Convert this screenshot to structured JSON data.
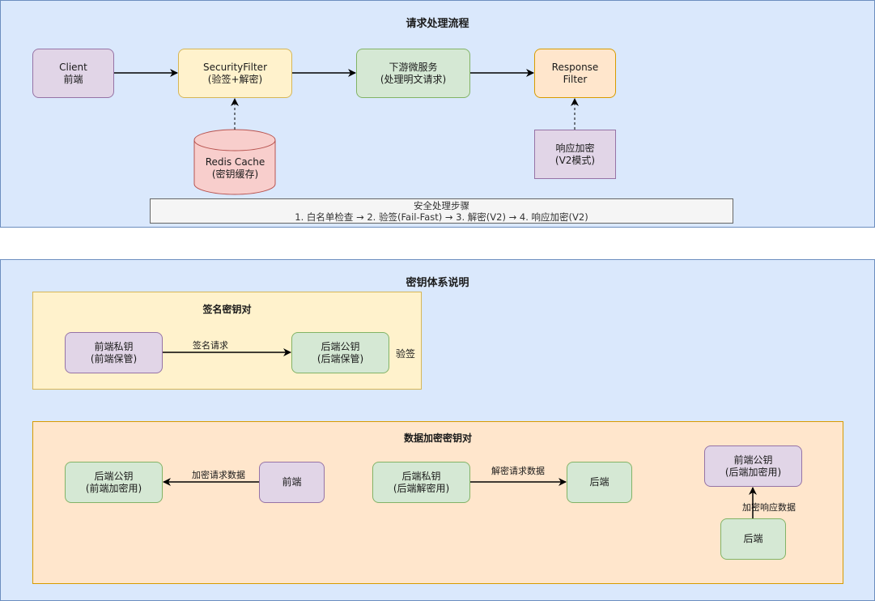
{
  "flow": {
    "title": "请求处理流程",
    "client": [
      "Client",
      "前端"
    ],
    "security_filter": [
      "SecurityFilter",
      "(验签+解密)"
    ],
    "downstream": [
      "下游微服务",
      "(处理明文请求)"
    ],
    "response_filter": [
      "Response",
      "Filter"
    ],
    "redis": [
      "Redis Cache",
      "(密钥缓存)"
    ],
    "response_encrypt": [
      "响应加密",
      "(V2模式)"
    ],
    "steps": {
      "title": "安全处理步骤",
      "text": "1. 白名单检查 → 2. 验签(Fail-Fast) → 3. 解密(V2) → 4. 响应加密(V2)"
    }
  },
  "keys": {
    "title": "密钥体系说明",
    "sign_group": {
      "title": "签名密钥对",
      "private_key": [
        "前端私钥",
        "(前端保管)"
      ],
      "public_key": [
        "后端公钥",
        "(后端保管)"
      ],
      "edge_label": "签名请求",
      "side_label": "验签"
    },
    "data_group": {
      "title": "数据加密密钥对",
      "backend_public": [
        "后端公钥",
        "(前端加密用)"
      ],
      "frontend": "前端",
      "encrypt_label": "加密请求数据",
      "backend_private": [
        "后端私钥",
        "(后端解密用)"
      ],
      "decrypt_label": "解密请求数据",
      "backend_1": "后端",
      "frontend_public": [
        "前端公钥",
        "(后端加密用)"
      ],
      "response_label": "加密响应数据",
      "backend_2": "后端"
    }
  },
  "colors": {
    "panel": "#dae8fc",
    "purple": "#e1d5e7",
    "yellow": "#fff2cc",
    "green": "#d5e8d4",
    "orange": "#ffe6cc",
    "redis": "#f8cecc"
  }
}
